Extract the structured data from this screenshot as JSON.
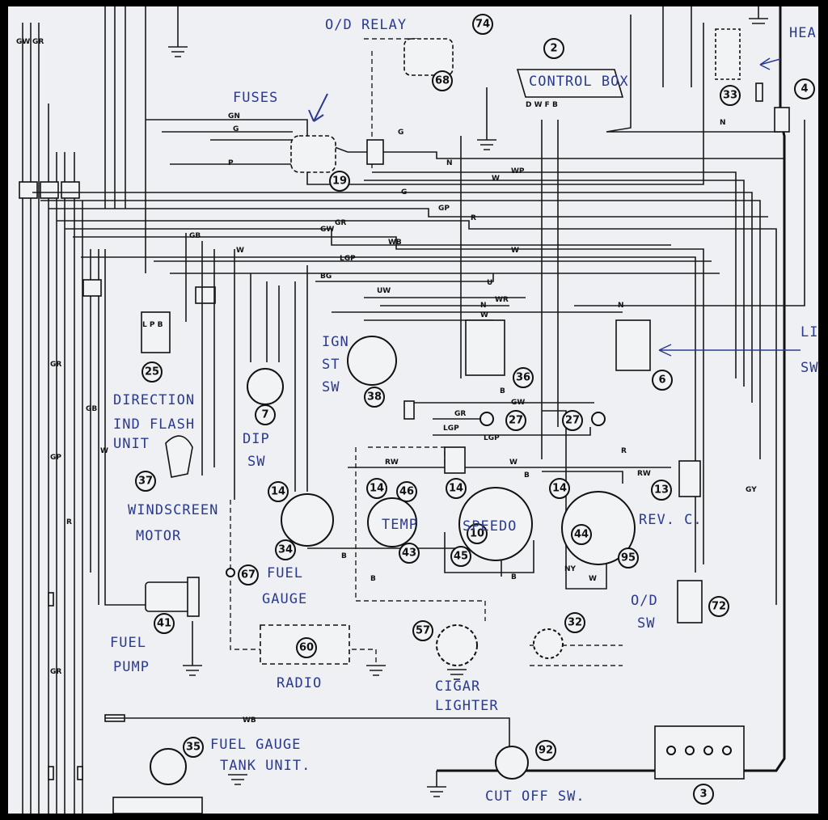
{
  "colors": {
    "ink": "#111111",
    "handwriting": "#2b3a8f",
    "paper": "#eef0f3"
  },
  "handwritten_labels": {
    "od_relay": "O/D RELAY",
    "fuses": "FUSES",
    "control_box": "CONTROL BOX",
    "heater_motor": "HEA MO",
    "lights": "LI",
    "switch": "SW",
    "ign_st_sw_1": "IGN",
    "ign_st_sw_2": "ST",
    "ign_st_sw_3": "SW",
    "direction_1": "DIRECTION",
    "direction_2": "IND FLASH",
    "direction_3": "UNIT",
    "dip_1": "DIP",
    "dip_2": "SW",
    "windscreen_1": "WINDSCREEN",
    "windscreen_2": "MOTOR",
    "fuel_gauge_1": "FUEL",
    "fuel_gauge_2": "GAUGE",
    "temp": "TEMP",
    "speedo": "SPEEDO",
    "rev_c": "REV. C.",
    "od_sw_1": "O/D",
    "od_sw_2": "SW",
    "fuel_pump_1": "FUEL",
    "fuel_pump_2": "PUMP",
    "radio": "RADIO",
    "cigar_1": "CIGAR",
    "cigar_2": "LIGHTER",
    "fuel_tank_1": "FUEL GAUGE",
    "fuel_tank_2": "TANK UNIT.",
    "cutoff": "CUT OFF SW."
  },
  "component_numbers": {
    "n74": "74",
    "n2": "2",
    "n68": "68",
    "n33": "33",
    "n4": "4",
    "n19": "19",
    "n6": "6",
    "n36": "36",
    "n38": "38",
    "n25": "25",
    "n7": "7",
    "n27a": "27",
    "n27b": "27",
    "n37": "37",
    "n14a": "14",
    "n14b": "14",
    "n14c": "14",
    "n14d": "14",
    "n46": "46",
    "n13": "13",
    "n34": "34",
    "n43": "43",
    "n45": "45",
    "n10": "10",
    "n44": "44",
    "n95": "95",
    "n67": "67",
    "n72": "72",
    "n41": "41",
    "n32": "32",
    "n57": "57",
    "n60": "60",
    "n35": "35",
    "n92": "92",
    "n3": "3"
  },
  "wire_codes": {
    "gw": "GW",
    "gr": "GR",
    "gn": "GN",
    "g": "G",
    "p": "P",
    "n": "N",
    "w": "W",
    "wp": "WP",
    "gp": "GP",
    "r": "R",
    "wb": "WB",
    "gb": "GB",
    "lgp": "LGP",
    "bg": "BG",
    "u": "U",
    "uw": "UW",
    "wr": "WR",
    "b": "B",
    "ny": "NY",
    "rw": "RW",
    "gy": "GY",
    "lpb": "L P B",
    "dwfb": "D W F B"
  }
}
